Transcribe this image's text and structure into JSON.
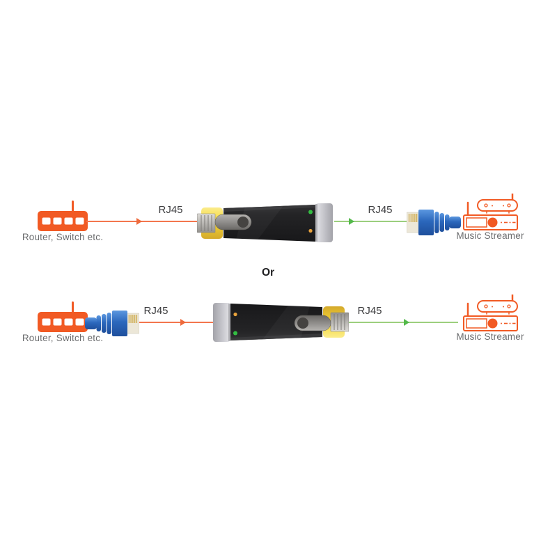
{
  "separator": {
    "label": "Or"
  },
  "rows": [
    {
      "source": {
        "icon": "router-icon",
        "label": "Router, Switch etc."
      },
      "input_link": {
        "label": "RJ45",
        "cable_color": "orange"
      },
      "device": {
        "icon": "network-isolator-icon",
        "orientation": "input-left"
      },
      "output_link": {
        "label": "RJ45",
        "cable_color": "green"
      },
      "plug": {
        "icon": "ethernet-plug-icon",
        "position": "before-target"
      },
      "target": {
        "icon": "music-streamer-icon",
        "label": "Music Streamer"
      }
    },
    {
      "source": {
        "icon": "router-icon",
        "label": "Router, Switch etc."
      },
      "plug": {
        "icon": "ethernet-plug-icon",
        "position": "after-source"
      },
      "input_link": {
        "label": "RJ45",
        "cable_color": "orange"
      },
      "device": {
        "icon": "network-isolator-icon",
        "orientation": "input-right"
      },
      "output_link": {
        "label": "RJ45",
        "cable_color": "green"
      },
      "target": {
        "icon": "music-streamer-icon",
        "label": "Music Streamer"
      }
    }
  ],
  "colors": {
    "accent_orange": "#F15A24",
    "line_orange": "#F3764E",
    "arrow_orange": "#EE6A3C",
    "line_green": "#9CCF7E",
    "arrow_green": "#53B94A",
    "led_green": "#33BE42",
    "led_amber": "#E8A23C",
    "device_black": "#232325",
    "cap_silver": "#C9C9CE",
    "connector_yellow": "#F5D838",
    "connector_blue": "#2B67BC",
    "text_dark": "#3E3E40",
    "text_gray": "#6B6C6E",
    "text_black": "#1F1F21"
  }
}
